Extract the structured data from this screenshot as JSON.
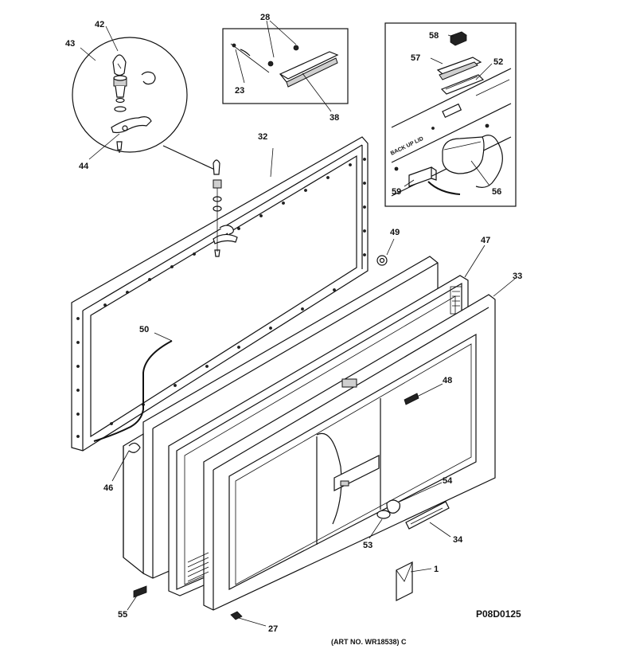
{
  "diagram": {
    "art_code": "P08D0125",
    "art_number": "(ART NO. WR18538) C",
    "panel_text": "BACK UP LID",
    "callouts": [
      {
        "id": "42",
        "text": "42"
      },
      {
        "id": "43",
        "text": "43"
      },
      {
        "id": "44",
        "text": "44"
      },
      {
        "id": "28",
        "text": "28"
      },
      {
        "id": "23",
        "text": "23"
      },
      {
        "id": "38",
        "text": "38"
      },
      {
        "id": "58",
        "text": "58"
      },
      {
        "id": "57",
        "text": "57"
      },
      {
        "id": "52",
        "text": "52"
      },
      {
        "id": "59",
        "text": "59"
      },
      {
        "id": "56",
        "text": "56"
      },
      {
        "id": "32",
        "text": "32"
      },
      {
        "id": "49",
        "text": "49"
      },
      {
        "id": "47",
        "text": "47"
      },
      {
        "id": "33",
        "text": "33"
      },
      {
        "id": "50",
        "text": "50"
      },
      {
        "id": "48",
        "text": "48"
      },
      {
        "id": "46",
        "text": "46"
      },
      {
        "id": "54",
        "text": "54"
      },
      {
        "id": "53",
        "text": "53"
      },
      {
        "id": "34",
        "text": "34"
      },
      {
        "id": "1",
        "text": "1"
      },
      {
        "id": "55",
        "text": "55"
      },
      {
        "id": "27",
        "text": "27"
      }
    ]
  }
}
